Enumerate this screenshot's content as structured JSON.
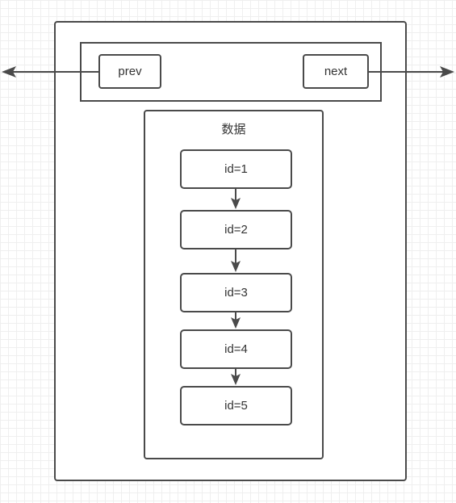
{
  "page": {
    "outer_label": "",
    "pointer_labels": {
      "prev": "prev",
      "next": "next"
    },
    "data_label": "数据",
    "items": [
      {
        "label": "id=1"
      },
      {
        "label": "id=2"
      },
      {
        "label": "id=3"
      },
      {
        "label": "id=4"
      },
      {
        "label": "id=5"
      }
    ]
  },
  "colors": {
    "stroke": "#4a4a4a",
    "text": "#333333",
    "grid": "#efefef",
    "background": "#ffffff"
  }
}
